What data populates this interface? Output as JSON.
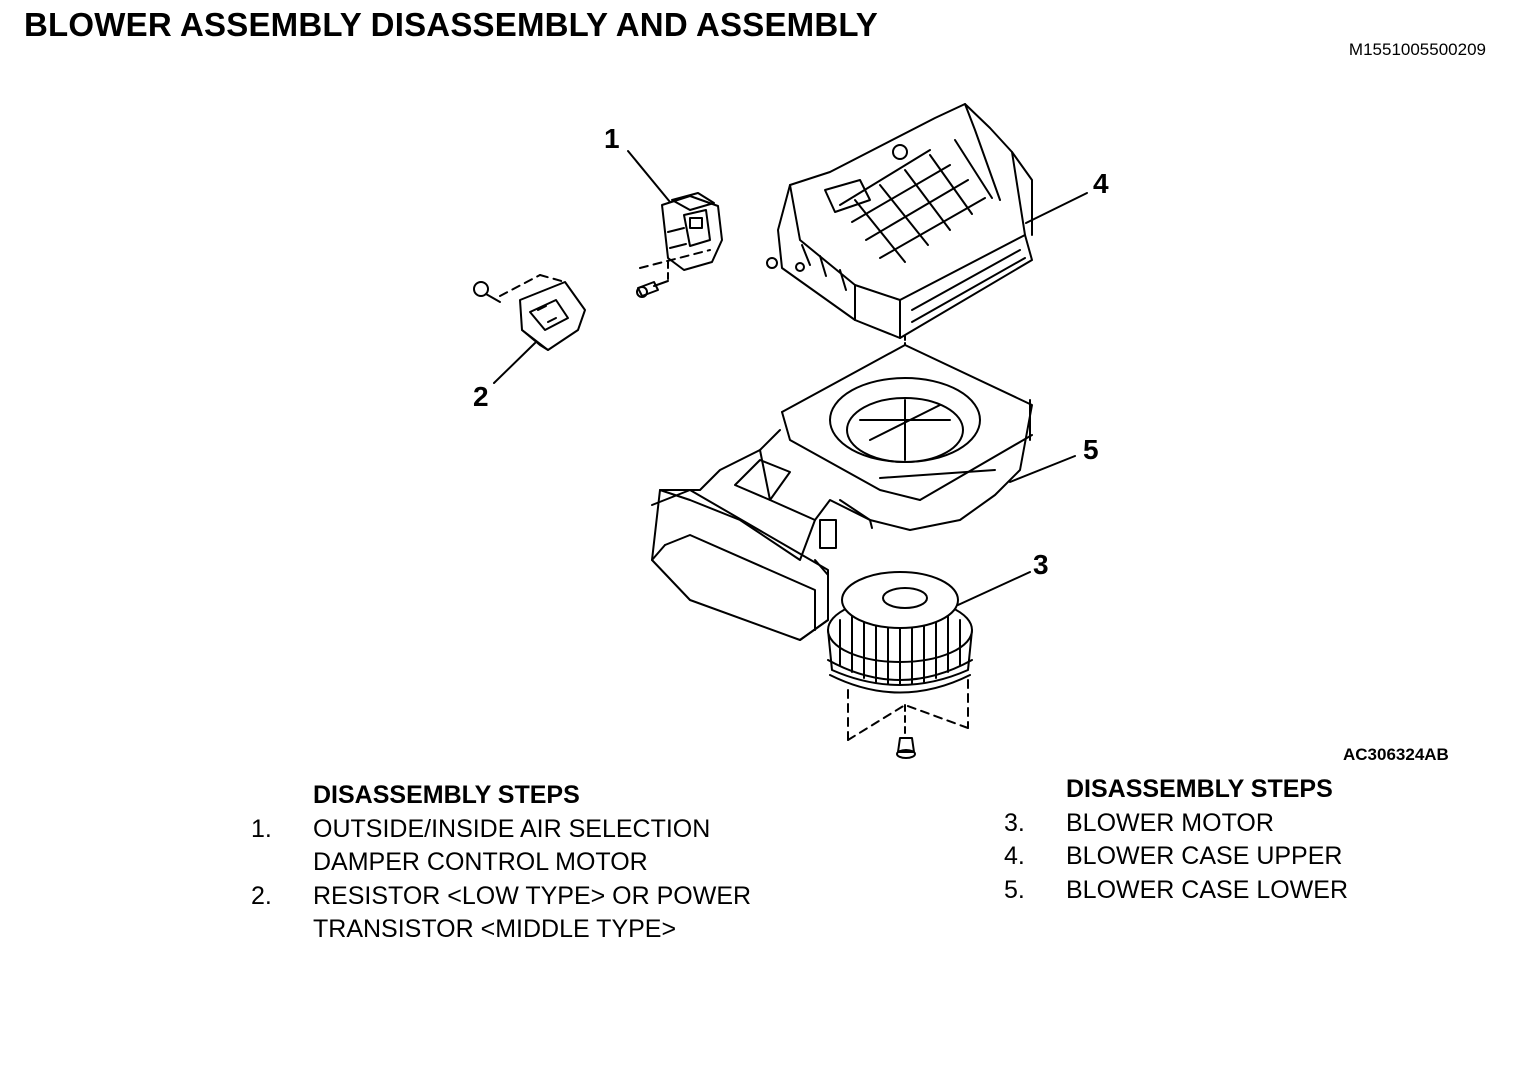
{
  "title": "BLOWER ASSEMBLY DISASSEMBLY AND ASSEMBLY",
  "doc_id": "M1551005500209",
  "figure_id": "AC306324AB",
  "callouts": [
    "1",
    "2",
    "3",
    "4",
    "5"
  ],
  "steps_left": {
    "heading": "DISASSEMBLY STEPS",
    "items": [
      {
        "num": "1.",
        "text": "OUTSIDE/INSIDE AIR SELECTION DAMPER CONTROL MOTOR"
      },
      {
        "num": "2.",
        "text": "RESISTOR <LOW TYPE> OR POWER TRANSISTOR <MIDDLE TYPE>"
      }
    ]
  },
  "steps_right": {
    "heading": "DISASSEMBLY STEPS",
    "items": [
      {
        "num": "3.",
        "text": "BLOWER MOTOR"
      },
      {
        "num": "4.",
        "text": "BLOWER CASE UPPER"
      },
      {
        "num": "5.",
        "text": "BLOWER CASE LOWER"
      }
    ]
  }
}
